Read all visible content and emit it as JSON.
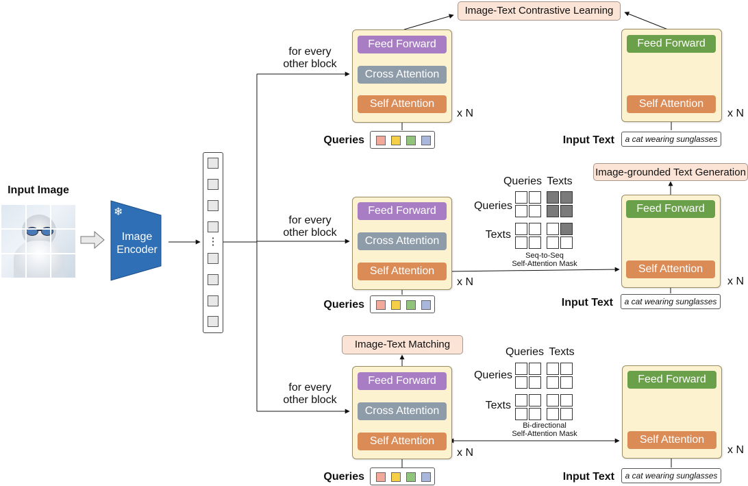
{
  "input_image": {
    "label": "Input Image"
  },
  "image_encoder": {
    "label": "Image Encoder",
    "label_line1": "Image",
    "label_line2": "Encoder",
    "snowflake": "❄",
    "color": "#2f6fb5"
  },
  "features": {
    "ellipsis": "⋮"
  },
  "top": {
    "head": "Image-Text Contrastive Learning",
    "for_every": "for every",
    "other_block": "other block",
    "query_layers": [
      "Feed Forward",
      "Cross Attention",
      "Self Attention"
    ],
    "text_layers": [
      "Feed Forward",
      "Self Attention"
    ],
    "xn_left": "x N",
    "xn_right": "x N",
    "queries_label": "Queries",
    "input_text_label": "Input Text",
    "input_text": "a cat wearing sunglasses"
  },
  "middle": {
    "head": "Image-grounded Text Generation",
    "for_every": "for every",
    "other_block": "other block",
    "query_layers": [
      "Feed Forward",
      "Cross Attention",
      "Self Attention"
    ],
    "text_layers": [
      "Feed Forward",
      "Self Attention"
    ],
    "xn_left": "x N",
    "xn_right": "x N",
    "queries_label": "Queries",
    "input_text_label": "Input Text",
    "input_text": "a cat wearing sunglasses",
    "mask": {
      "col_queries": "Queries",
      "col_texts": "Texts",
      "row_queries": "Queries",
      "row_texts": "Texts",
      "caption_line1": "Seq-to-Seq",
      "caption_line2": "Self-Attention Mask"
    }
  },
  "bottom": {
    "head": "Image-Text Matching",
    "for_every": "for every",
    "other_block": "other block",
    "query_layers": [
      "Feed Forward",
      "Cross Attention",
      "Self Attention"
    ],
    "text_layers": [
      "Feed Forward",
      "Self Attention"
    ],
    "xn_left": "x N",
    "xn_right": "x N",
    "queries_label": "Queries",
    "input_text_label": "Input Text",
    "input_text": "a cat wearing sunglasses",
    "mask": {
      "col_queries": "Queries",
      "col_texts": "Texts",
      "row_queries": "Queries",
      "row_texts": "Texts",
      "caption_line1": "Bi-directional",
      "caption_line2": "Self-Attention Mask"
    }
  },
  "query_colors": [
    "#f2a99a",
    "#f5cf45",
    "#8fc47a",
    "#a9b7dd"
  ]
}
